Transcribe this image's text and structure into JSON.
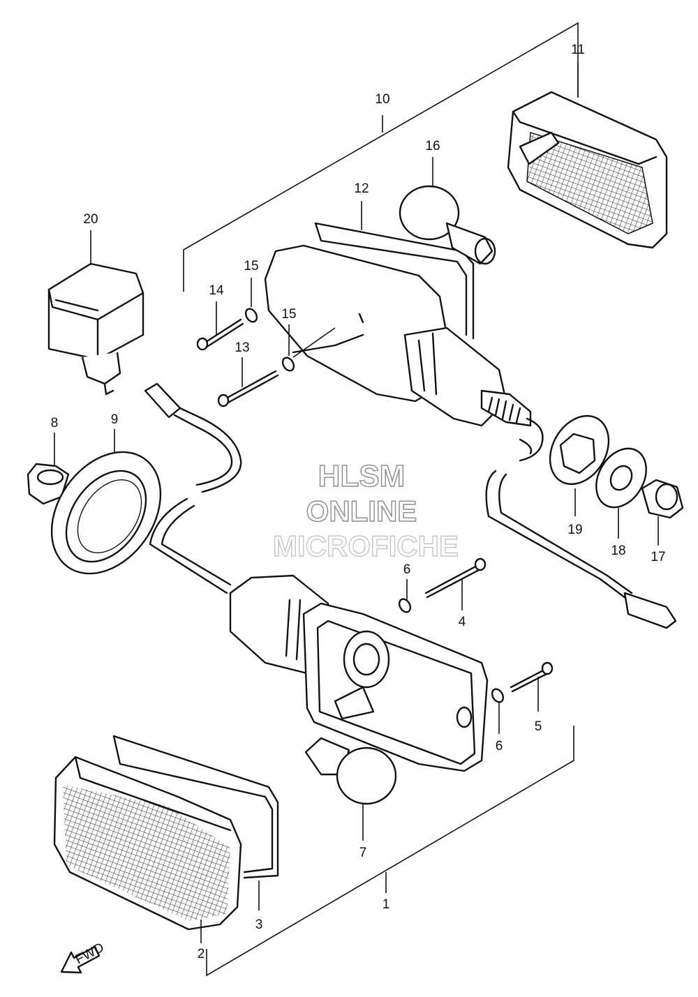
{
  "diagram": {
    "watermark": {
      "line1": "HLSM",
      "line2": "ONLINE",
      "line3": "MICROFICHE"
    },
    "fwd_label": "FWD",
    "callouts": {
      "c1": "1",
      "c2": "2",
      "c3": "3",
      "c4": "4",
      "c5": "5",
      "c6a": "6",
      "c6b": "6",
      "c7": "7",
      "c8": "8",
      "c9": "9",
      "c10": "10",
      "c11": "11",
      "c12": "12",
      "c13": "13",
      "c14": "14",
      "c15a": "15",
      "c15b": "15",
      "c16": "16",
      "c17": "17",
      "c18": "18",
      "c19": "19",
      "c20": "20"
    }
  }
}
